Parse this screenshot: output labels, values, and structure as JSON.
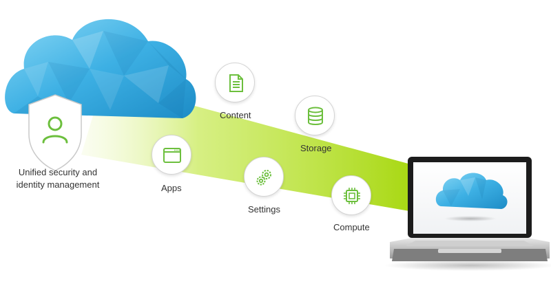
{
  "colors": {
    "beam": "#b9e12a",
    "icon_green": "#6cbf3d",
    "cloud_light": "#7fd0f2",
    "cloud_mid": "#3fb0e3",
    "cloud_dark": "#1f8ec8",
    "text": "#333333"
  },
  "identity": {
    "caption_line1": "Unified security and",
    "caption_line2": "identity management",
    "icon": "user-shield-icon"
  },
  "nodes": [
    {
      "id": "content",
      "label": "Content",
      "icon": "document-icon"
    },
    {
      "id": "storage",
      "label": "Storage",
      "icon": "database-icon"
    },
    {
      "id": "apps",
      "label": "Apps",
      "icon": "app-window-icon"
    },
    {
      "id": "settings",
      "label": "Settings",
      "icon": "gears-icon"
    },
    {
      "id": "compute",
      "label": "Compute",
      "icon": "chip-icon"
    }
  ],
  "device": {
    "icon": "laptop-cloud-icon"
  }
}
